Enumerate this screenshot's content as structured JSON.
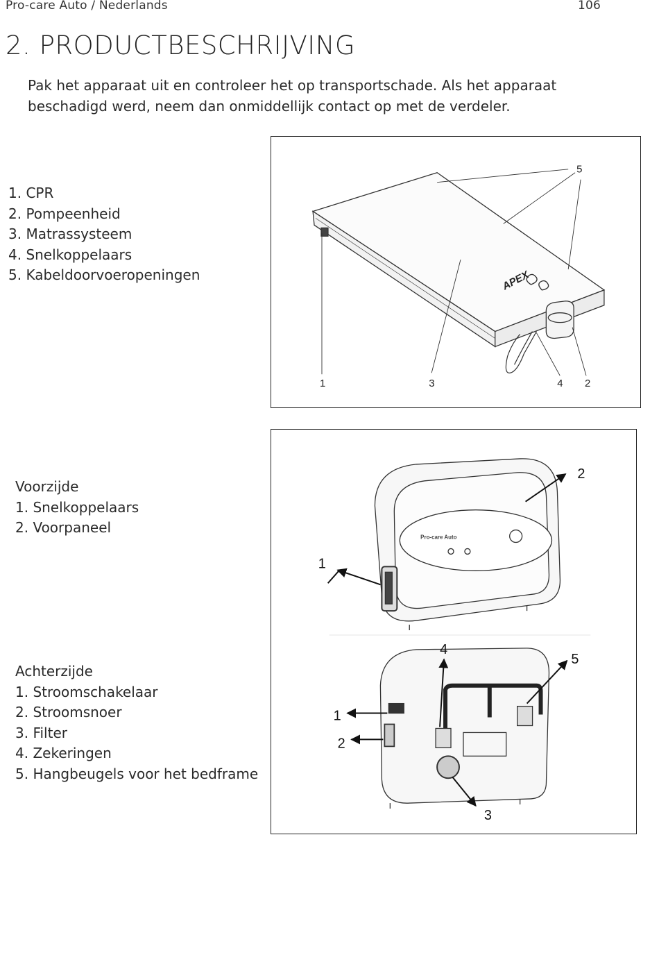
{
  "header": {
    "left": "Pro-care Auto / Nederlands",
    "page_number": "106"
  },
  "title": "2. PRODUCTBESCHRIJVING",
  "intro": "Pak het apparaat uit en controleer het op transportschade. Als het apparaat beschadigd werd, neem dan onmiddellijk contact op met de verdeler.",
  "system_list": [
    "1. CPR",
    "2. Pompeenheid",
    "3. Matrassysteem",
    "4. Snelkoppelaars",
    "5. Kabeldoorvoeropeningen"
  ],
  "front": {
    "heading": "Voorzijde",
    "items": [
      "1. Snelkoppelaars",
      "2. Voorpaneel"
    ]
  },
  "back": {
    "heading": "Achterzijde",
    "items": [
      "1. Stroomschakelaar",
      "2. Stroomsnoer",
      "3. Filter",
      "4. Zekeringen",
      "5. Hangbeugels voor het bedframe"
    ]
  },
  "figure1": {
    "callouts": [
      "1",
      "2",
      "3",
      "4",
      "5"
    ],
    "brand": "APEX"
  },
  "figure2": {
    "front_callouts": [
      "1",
      "2"
    ],
    "back_callouts": [
      "1",
      "2",
      "3",
      "4",
      "5"
    ],
    "panel_brand": "Pro-care Auto"
  }
}
